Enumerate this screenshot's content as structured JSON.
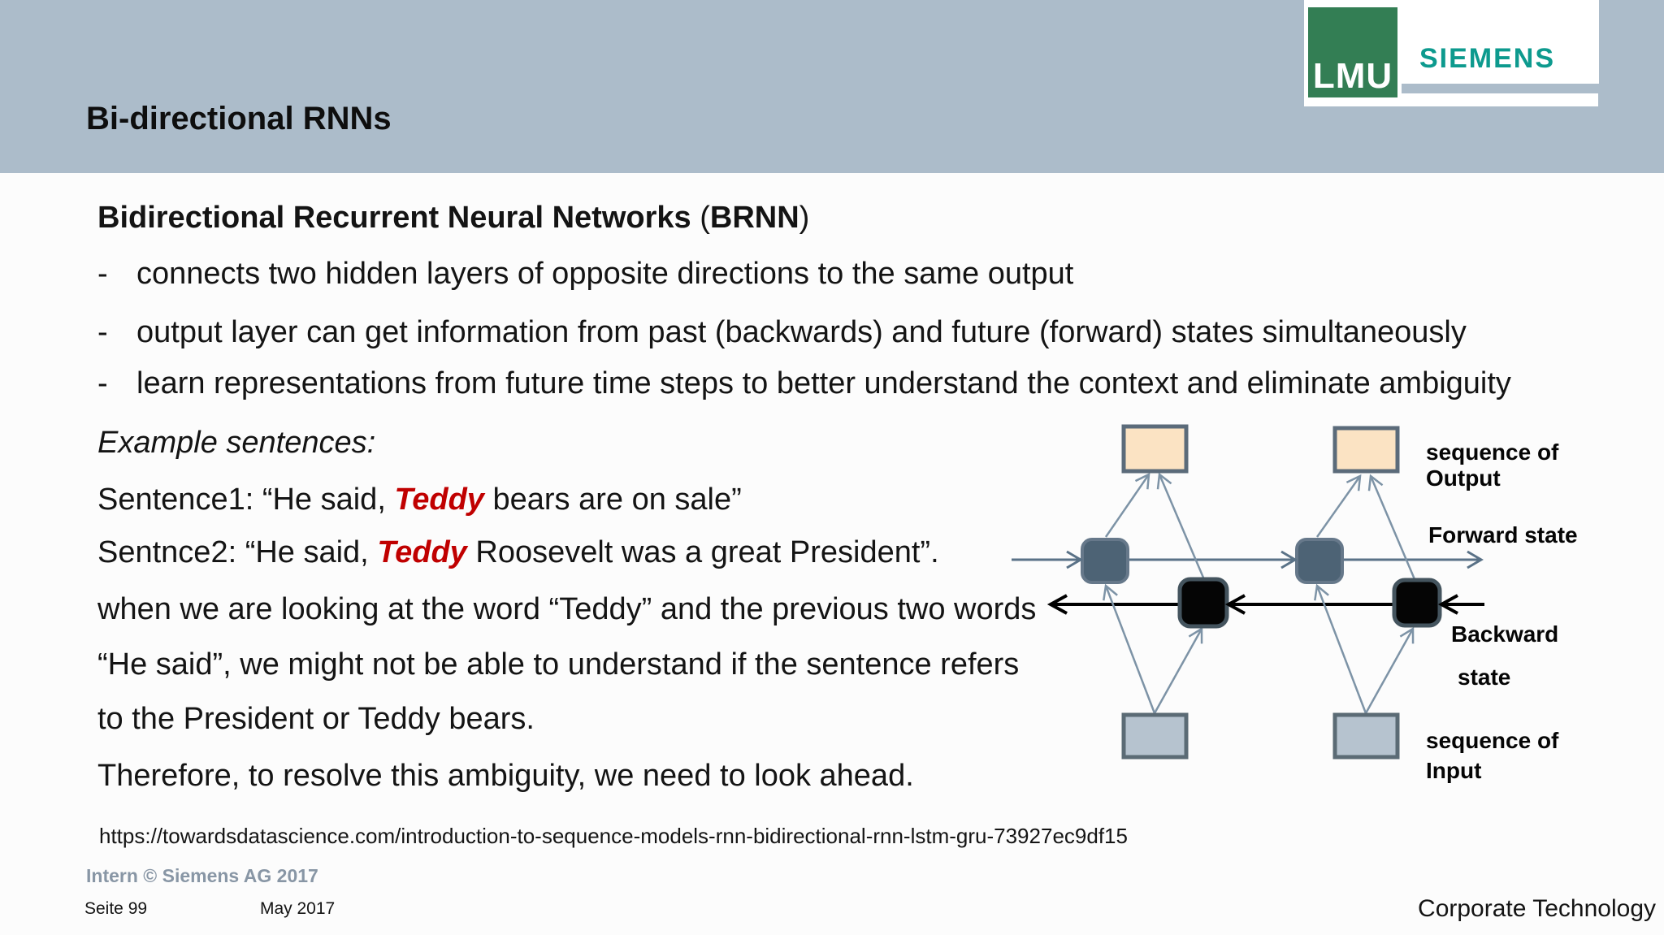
{
  "header": {
    "title": "Bi-directional RNNs",
    "logo": {
      "lmu": "LMU",
      "siemens": "SIEMENS"
    }
  },
  "content": {
    "heading": {
      "part1": "Bidirectional Recurrent Neural Networks",
      "part2": " (",
      "part3": "BRNN",
      "part4": ")"
    },
    "bullet_marker": "-",
    "bullets": [
      {
        "text": "connects two hidden layers of opposite directions to the same output"
      },
      {
        "text": "output layer can get information from past (backwards) and future (forward) states simultaneously"
      },
      {
        "text": "learn representations from future time steps to better understand the context and eliminate ambiguity"
      }
    ],
    "example_label": "Example sentences:",
    "sentences": [
      {
        "pre": "Sentence1: “He said, ",
        "teddy": "Teddy",
        "post": " bears are on sale”"
      },
      {
        "pre": "Sentnce2: “He said, ",
        "teddy": "Teddy",
        "post": " Roosevelt was a great President”."
      }
    ],
    "paragraph_lines": [
      "when we are looking at the word “Teddy” and the previous two words",
      "“He said”, we might not be able to understand if the sentence refers",
      "to the President or Teddy bears.",
      "Therefore, to resolve this ambiguity, we need to look ahead."
    ],
    "source_url": "https://towardsdatascience.com/introduction-to-sequence-models-rnn-bidirectional-rnn-lstm-gru-73927ec9df15"
  },
  "footer": {
    "intern": "Intern © Siemens AG 2017",
    "page": "Seite 99",
    "date": "May 2017",
    "right": "Corporate Technology"
  },
  "diagram": {
    "labels": {
      "output_line1": "sequence of",
      "output_line2": "Output",
      "forward": "Forward state",
      "backward_line1": "Backward",
      "backward_line2": "state",
      "input_line1": "sequence of",
      "input_line2": "Input"
    }
  },
  "colors": {
    "slide_bg": "#fcfcfc",
    "header_bg": "#acbcca",
    "text": "#141414",
    "teddy_red": "#c00000",
    "siemens_teal": "#0d9a8e",
    "lmu_green": "#337e54",
    "intern_gray": "#8896a5",
    "output_fill": "#fbe3c3",
    "output_border": "#5b6b7a",
    "input_fill": "#b6c3cf",
    "input_border": "#5b6b75",
    "forward_fill": "#4d6375",
    "forward_border": "#66788a",
    "black_node": "#050505",
    "black_node_border": "#44545e",
    "arrow_gray": "#7d93a6",
    "line_slate": "#5a7287",
    "arrow_black": "#000000"
  }
}
